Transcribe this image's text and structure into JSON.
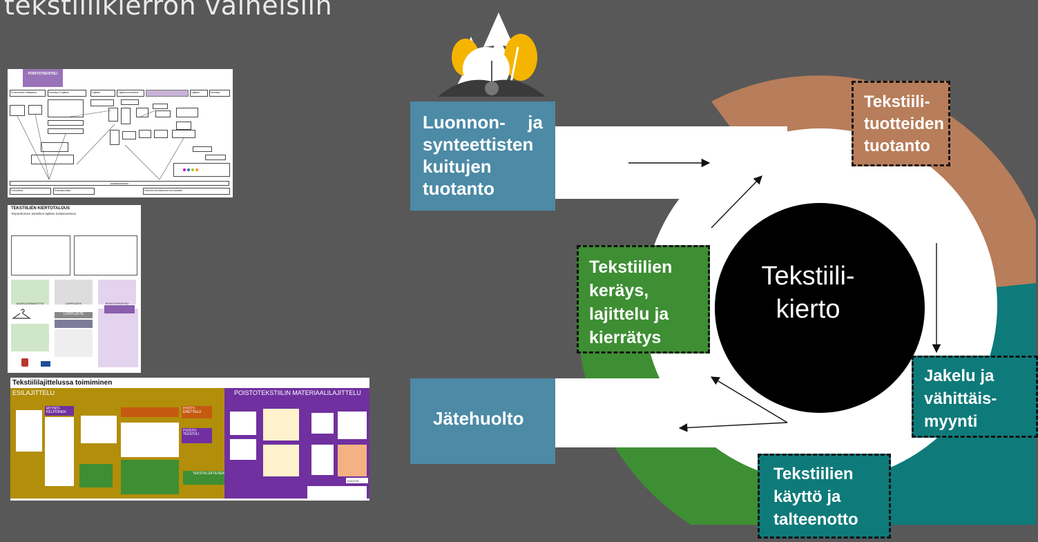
{
  "page": {
    "title": "tekstiilikierron vaiheisiin"
  },
  "thumbnails": {
    "t1": {
      "header": "POISTOTEKSTIILI",
      "row_labels": [
        "Prosessointi mittakaava",
        "Kierrätys & lajittelu",
        "Lajittelu",
        "Lajittelumenetelmä",
        "Lajittelu",
        "Kierrätys"
      ],
      "bottom_label": "Asiakaslähtöinen",
      "bottom_boxes": [
        "Poistotekst.",
        "Kuituakierrätys",
        "Kuituihin kierrättäminen tai lankaksi"
      ]
    },
    "t2": {
      "title": "TEKSTIILIEN KIERTOTALOUS",
      "subtitle": "Tarpeettomien tekstiilien lajittelu kotitalouksissa",
      "card_labels": [
        "UUDELLEENKÄYTTÖ",
        "LOPPUJÄTE",
        "POISTOTEKSTIILI"
      ],
      "banner": "LOPPUJÄTE"
    },
    "t3": {
      "title": "Tekstiililajittelussa toimiminen",
      "left_header": "ESILAJITTELU",
      "right_header": "POISTOTEKSTIILIN MATERIAALILAJITTELU",
      "boxes": [
        "MYYNTI-KELPOINEN",
        "HYÖTY-ERETTELU",
        "POISTO-TEKSTIILI",
        "TEKSTIILIJÄTE/SEKAJÄTE",
        "KUUTUS"
      ]
    }
  },
  "diagram": {
    "center": "Tekstiili-kierto",
    "nodes": {
      "fibre": "Luonnon- ja synteettisten kuitujen tuotanto",
      "production": "Tekstiili-tuotteiden tuotanto",
      "distribution": "Jakelu ja vähittäis-myynti",
      "use": "Tekstiilien käyttö ja talteenotto",
      "collection": "Tekstiilien keräys, lajittelu ja kierrätys",
      "waste": "Jätehuolto"
    },
    "colors": {
      "brown": "#b87d5a",
      "teal": "#0f7a7a",
      "green": "#3e8e33",
      "steel_blue": "#4c8aa6",
      "center": "#000000",
      "ring_inner": "#ffffff"
    }
  }
}
